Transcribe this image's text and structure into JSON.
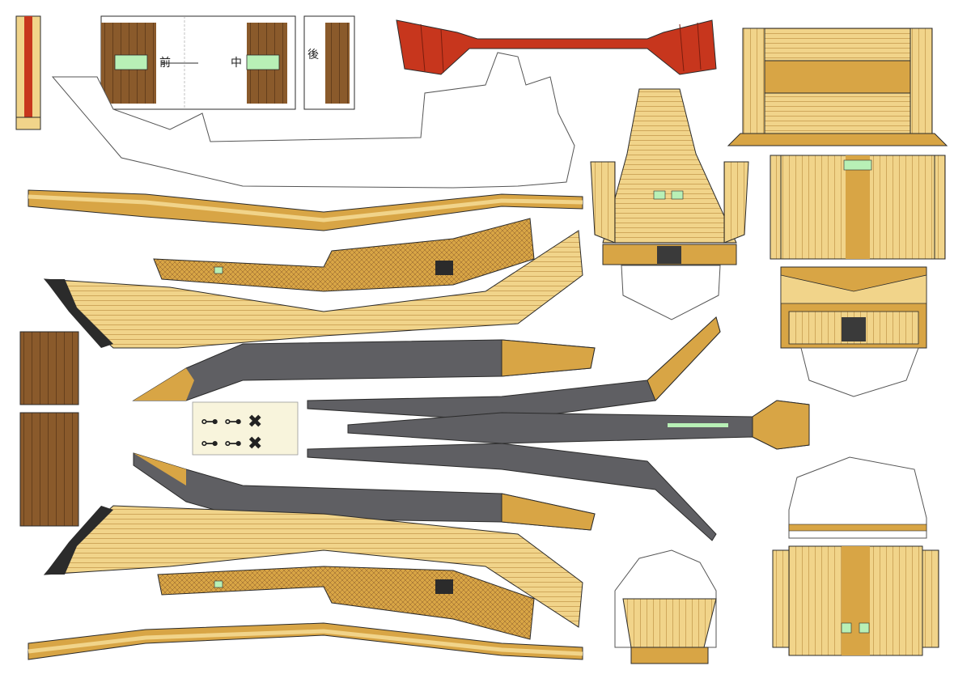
{
  "sheet": {
    "subject": "paper model ship cutout sheet",
    "deck_markings": [
      "前",
      "中",
      "後"
    ],
    "colors": {
      "wood_light": "#f1d48a",
      "wood_mid": "#d8a545",
      "wood_dark": "#8a5a2b",
      "hull_gray": "#5f5f63",
      "sail_red": "#c7361d",
      "accent_green": "#b8f0b6",
      "outline": "#2b2b2b",
      "paper": "#ffffff"
    }
  }
}
